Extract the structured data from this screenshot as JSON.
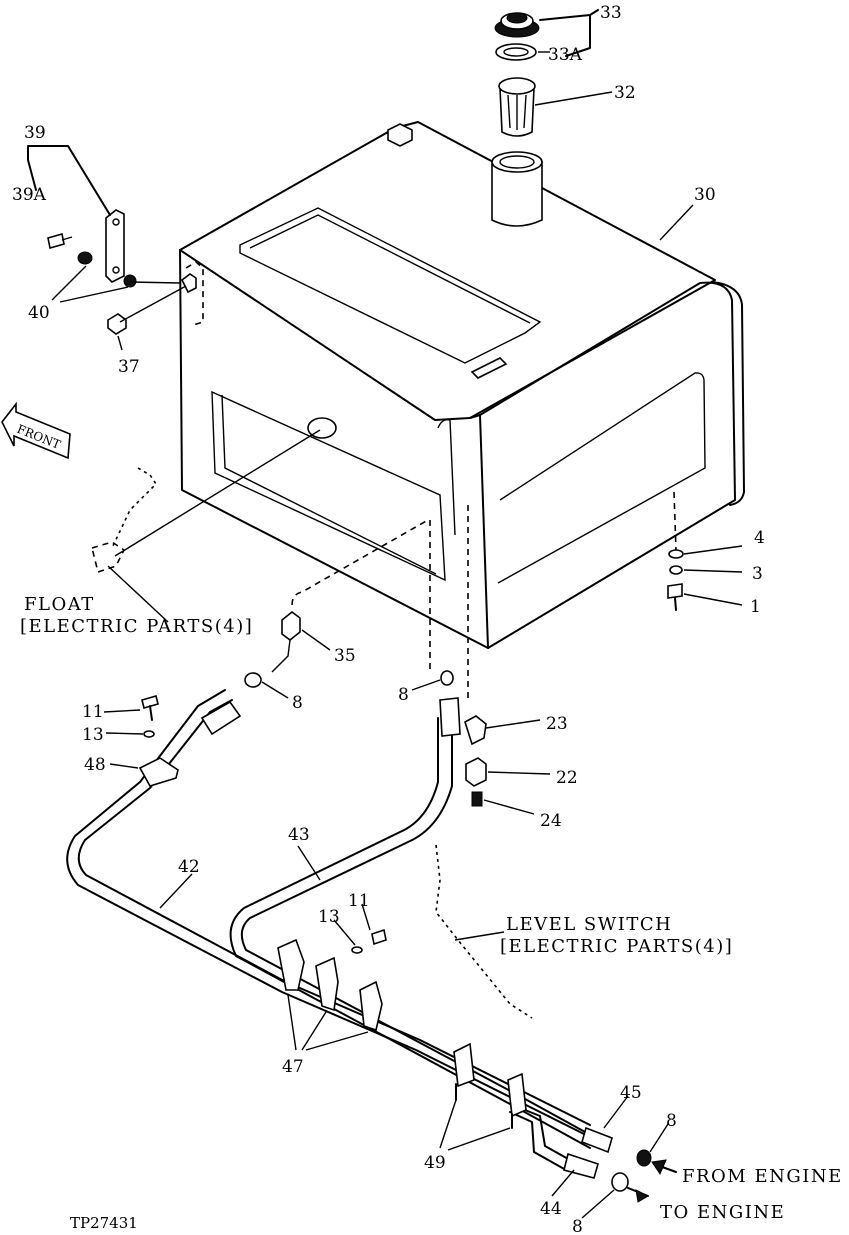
{
  "diagram": {
    "figure_id": "TP27431",
    "front_marker": "FRONT",
    "callouts": {
      "c33": "33",
      "c33a": "33A",
      "c32": "32",
      "c30": "30",
      "c39": "39",
      "c39a": "39A",
      "c40": "40",
      "c37": "37",
      "c4": "4",
      "c3": "3",
      "c1": "1",
      "c35": "35",
      "c8a": "8",
      "c8b": "8",
      "c23": "23",
      "c22": "22",
      "c24": "24",
      "c11a": "11",
      "c13a": "13",
      "c48": "48",
      "c43": "43",
      "c42": "42",
      "c13b": "13",
      "c11b": "11",
      "c47": "47",
      "c49": "49",
      "c45": "45",
      "c8c": "8",
      "c44": "44",
      "c8d": "8"
    },
    "notes": {
      "float_line1": "FLOAT",
      "float_line2": "[ELECTRIC PARTS(4)]",
      "level_line1": "LEVEL SWITCH",
      "level_line2": "[ELECTRIC PARTS(4)]",
      "from_engine": "FROM ENGINE",
      "to_engine": "TO ENGINE"
    }
  }
}
